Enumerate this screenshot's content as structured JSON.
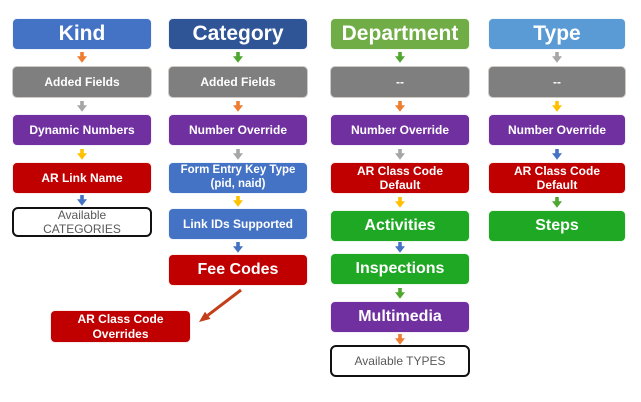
{
  "palette": {
    "header_kind": "#4472C4",
    "header_category": "#2F5597",
    "header_department": "#70AD47",
    "header_type": "#5B9BD5",
    "box_gray": "#7F7F7F",
    "box_purple": "#7030A0",
    "box_red": "#C00000",
    "box_blue": "#4472C4",
    "box_green": "#1FA824",
    "connector_orange": "#ED7D31",
    "connector_gray": "#A6A6A6",
    "connector_yellow": "#FFC000",
    "connector_blue": "#4472C4",
    "connector_green": "#4EA72E",
    "long_arrow_red": "#C43E1A",
    "outline_box_border": "#111111",
    "outline_box_text": "#595959"
  },
  "columns": [
    {
      "header": "Kind",
      "items": [
        {
          "label": "Added Fields",
          "connector_above": "orange"
        },
        {
          "label": "Dynamic Numbers",
          "connector_above": "gray"
        },
        {
          "label": "AR Link Name",
          "connector_above": "yellow"
        },
        {
          "label": "Available CATEGORIES",
          "connector_above": "blue"
        }
      ]
    },
    {
      "header": "Category",
      "items": [
        {
          "label": "Added Fields",
          "connector_above": "green"
        },
        {
          "label": "Number Override",
          "connector_above": "orange"
        },
        {
          "label": "Form Entry Key Type (pid, naid)",
          "connector_above": "gray"
        },
        {
          "label": "Link IDs Supported",
          "connector_above": "yellow"
        },
        {
          "label": "Fee Codes",
          "connector_above": "blue"
        }
      ]
    },
    {
      "header": "Department",
      "items": [
        {
          "label": "--",
          "connector_above": "green"
        },
        {
          "label": "Number Override",
          "connector_above": "orange"
        },
        {
          "label": "AR Class Code Default",
          "connector_above": "gray"
        },
        {
          "label": "Activities",
          "connector_above": "yellow"
        },
        {
          "label": "Inspections",
          "connector_above": "blue"
        },
        {
          "label": "Multimedia",
          "connector_above": "green"
        },
        {
          "label": "Available TYPES",
          "connector_above": "orange"
        }
      ]
    },
    {
      "header": "Type",
      "items": [
        {
          "label": "--",
          "connector_above": "gray"
        },
        {
          "label": "Number Override",
          "connector_above": "yellow"
        },
        {
          "label": "AR Class Code Default",
          "connector_above": "blue"
        },
        {
          "label": "Steps",
          "connector_above": "green"
        }
      ]
    }
  ],
  "floating_node": {
    "label": "AR Class Code Overrides",
    "linked_from": "Fee Codes"
  }
}
